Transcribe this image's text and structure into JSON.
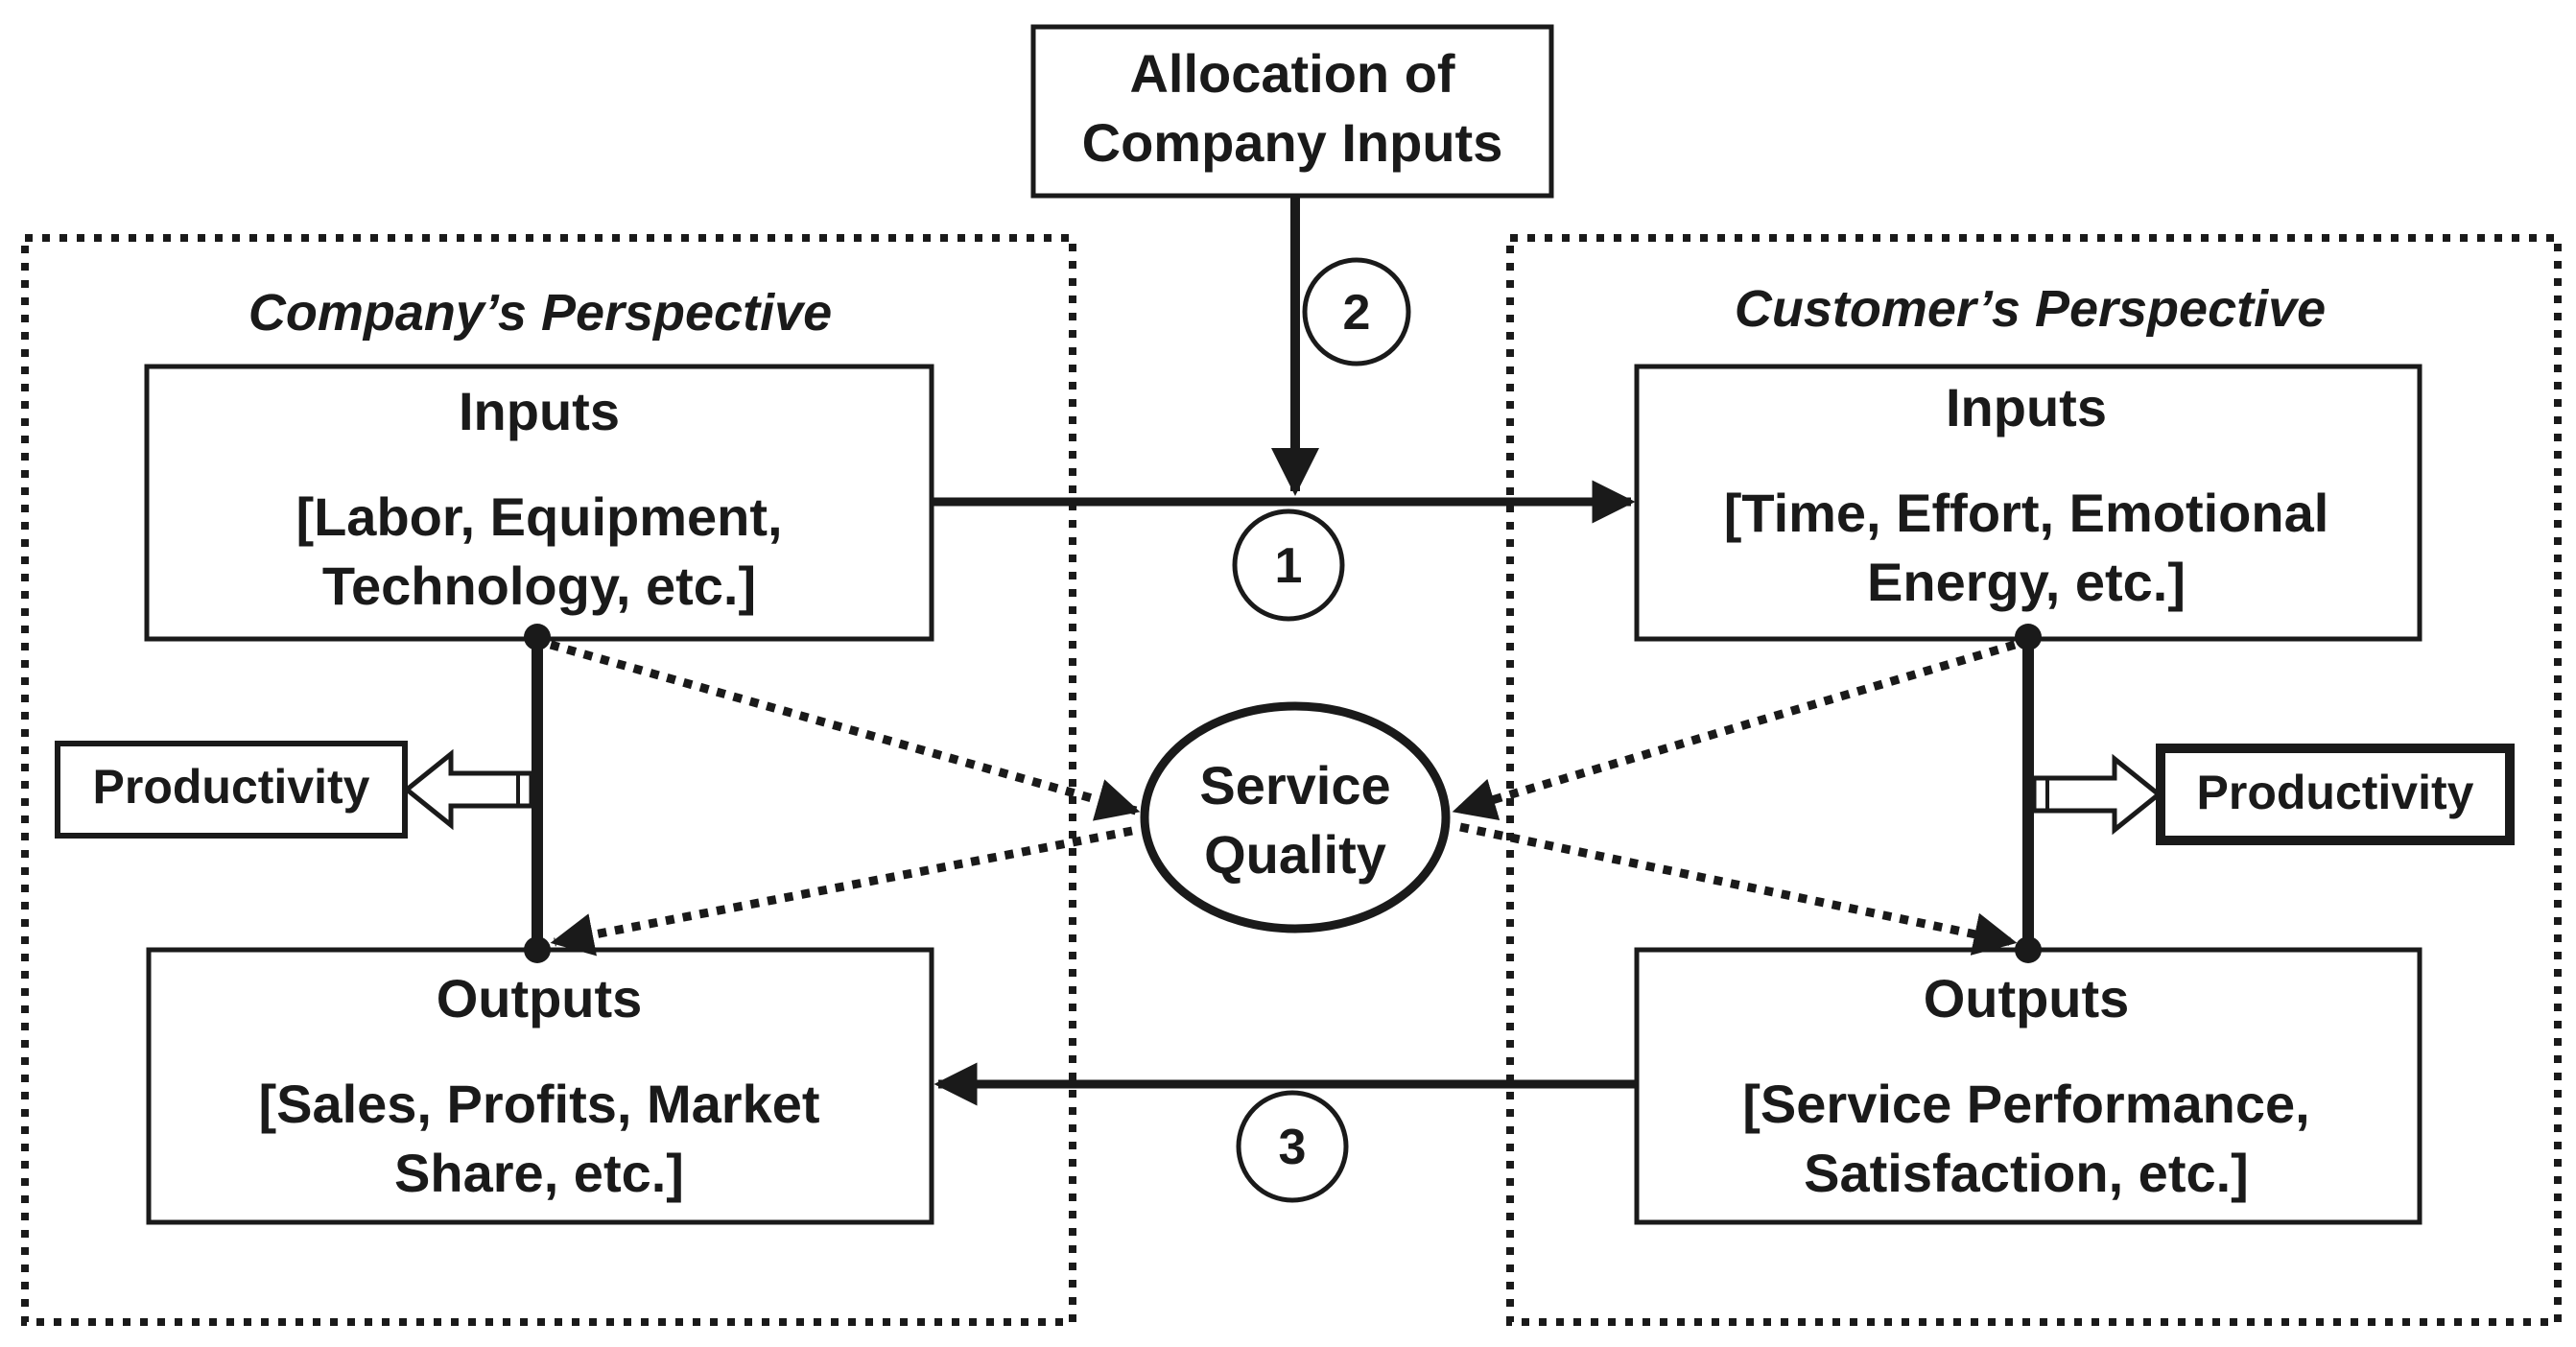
{
  "allocation_box": {
    "line1": "Allocation of",
    "line2": "Company Inputs"
  },
  "company": {
    "title": "Company’s Perspective",
    "inputs": {
      "heading": "Inputs",
      "line1": "[Labor, Equipment,",
      "line2": "Technology, etc.]"
    },
    "outputs": {
      "heading": "Outputs",
      "line1": "[Sales, Profits, Market",
      "line2": "Share, etc.]"
    },
    "productivity_label": "Productivity"
  },
  "customer": {
    "title": "Customer’s Perspective",
    "inputs": {
      "heading": "Inputs",
      "line1": "[Time, Effort, Emotional",
      "line2": "Energy, etc.]"
    },
    "outputs": {
      "heading": "Outputs",
      "line1": "[Service Performance,",
      "line2": "Satisfaction, etc.]"
    },
    "productivity_label": "Productivity"
  },
  "service_quality": {
    "line1": "Service",
    "line2": "Quality"
  },
  "markers": {
    "one": "1",
    "two": "2",
    "three": "3"
  },
  "colors": {
    "ink": "#1a1a1a",
    "background": "#ffffff"
  }
}
